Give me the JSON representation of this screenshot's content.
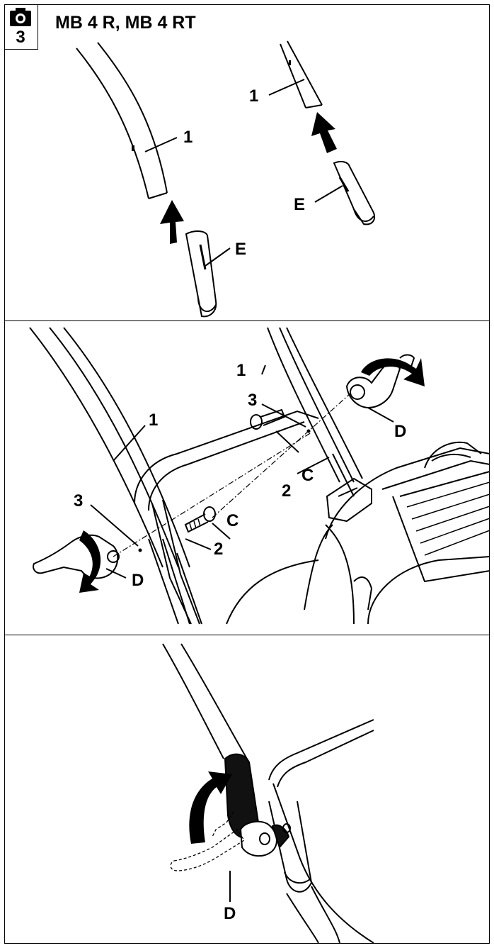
{
  "header": {
    "step_number": "3",
    "title": "MB 4 R, MB 4 RT"
  },
  "labels": {
    "handlebar": "1",
    "lower_handlebar": "2",
    "hole": "3",
    "bolt": "C",
    "knob": "D",
    "end_cap": "E"
  },
  "icons": {
    "step_badge": "camera-icon"
  }
}
